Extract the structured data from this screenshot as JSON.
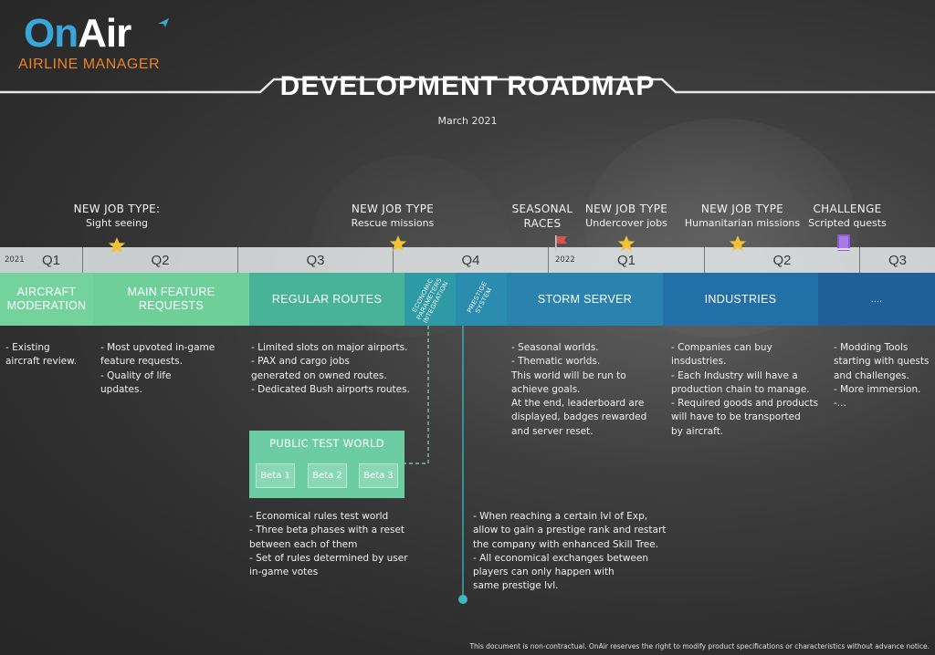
{
  "logo": {
    "main_on": "On",
    "main_air": "Air",
    "sub": "AIRLINE MANAGER"
  },
  "title": "DEVELOPMENT ROADMAP",
  "date": "March 2021",
  "events": [
    {
      "line1": "NEW JOB TYPE:",
      "line2": "Sight seeing",
      "icon": "star-icon"
    },
    {
      "line1": "NEW JOB TYPE",
      "line2": "Rescue missions",
      "icon": "star-icon"
    },
    {
      "line1": "SEASONAL",
      "line2": "RACES",
      "icon": "flag-icon"
    },
    {
      "line1": "NEW JOB TYPE",
      "line2": "Undercover jobs",
      "icon": "star-icon"
    },
    {
      "line1": "NEW JOB TYPE",
      "line2": "Humanitarian missions",
      "icon": "star-icon"
    },
    {
      "line1": "CHALLENGE",
      "line2": "Scripted quests",
      "icon": "book-icon"
    }
  ],
  "timeline": {
    "year_2021": "2021",
    "year_2022": "2022",
    "quarters": [
      "Q1",
      "Q2",
      "Q3",
      "Q4",
      "Q1",
      "Q2",
      "Q3"
    ]
  },
  "bands": [
    {
      "label": "AIRCRAFT MODERATION",
      "color": "#74d39c"
    },
    {
      "label": "MAIN FEATURE REQUESTS",
      "color": "#6fcf99"
    },
    {
      "label": "REGULAR ROUTES",
      "color": "#49b39a"
    },
    {
      "label": "ECONOMIC PARAMETERS INTEGRATION",
      "color": "#2e9aa5"
    },
    {
      "label": "PRESTIGE SYSTEM",
      "color": "#2a8db0"
    },
    {
      "label": "STORM SERVER",
      "color": "#2a83af"
    },
    {
      "label": "INDUSTRIES",
      "color": "#2370a8"
    },
    {
      "label": "....",
      "color": "#215f99"
    }
  ],
  "descriptions": {
    "aircraft": [
      "- Existing",
      "aircraft review."
    ],
    "main": [
      "- Most upvoted in-game",
      "feature requests.",
      "- Quality of life",
      "updates."
    ],
    "routes": [
      "- Limited slots on major airports.",
      "- PAX and cargo jobs",
      "generated on owned routes.",
      "- Dedicated Bush airports routes."
    ],
    "storm": [
      "- Seasonal worlds.",
      "- Thematic worlds.",
      "This world will be run to",
      "achieve goals.",
      "At the end, leaderboard are",
      "displayed, badges rewarded",
      "and server reset."
    ],
    "industries": [
      "- Companies can buy",
      "insdustries.",
      "- Each Industry will have a",
      "production chain to manage.",
      "- Required goods and products",
      "will have to be transported",
      "by aircraft."
    ],
    "future": [
      "- Modding Tools",
      "starting with quests",
      "and challenges.",
      "- More immersion.",
      "-..."
    ],
    "ptw": [
      "- Economical rules test world",
      "- Three beta phases with a reset",
      "between each of them",
      "- Set of rules determined by user",
      "in-game votes"
    ],
    "prestige": [
      "- When reaching a certain lvl of Exp,",
      "allow to gain a prestige rank and restart",
      "the company with enhanced Skill Tree.",
      "- All economical exchanges between",
      "players can only happen with",
      "same prestige lvl."
    ]
  },
  "public_test_world": {
    "title": "PUBLIC TEST WORLD",
    "betas": [
      "Beta 1",
      "Beta 2",
      "Beta 3"
    ]
  },
  "footer": "This document is non-contractual. OnAir reserves the right to modify product specifications or characteristics without advance notice.",
  "colors": {
    "accent_blue": "#3aa6d8",
    "accent_orange": "#e9822b",
    "star": "#f2c230",
    "flag": "#d9534f",
    "book": "#8e5bd6",
    "teal_line": "#3fb6c4"
  }
}
